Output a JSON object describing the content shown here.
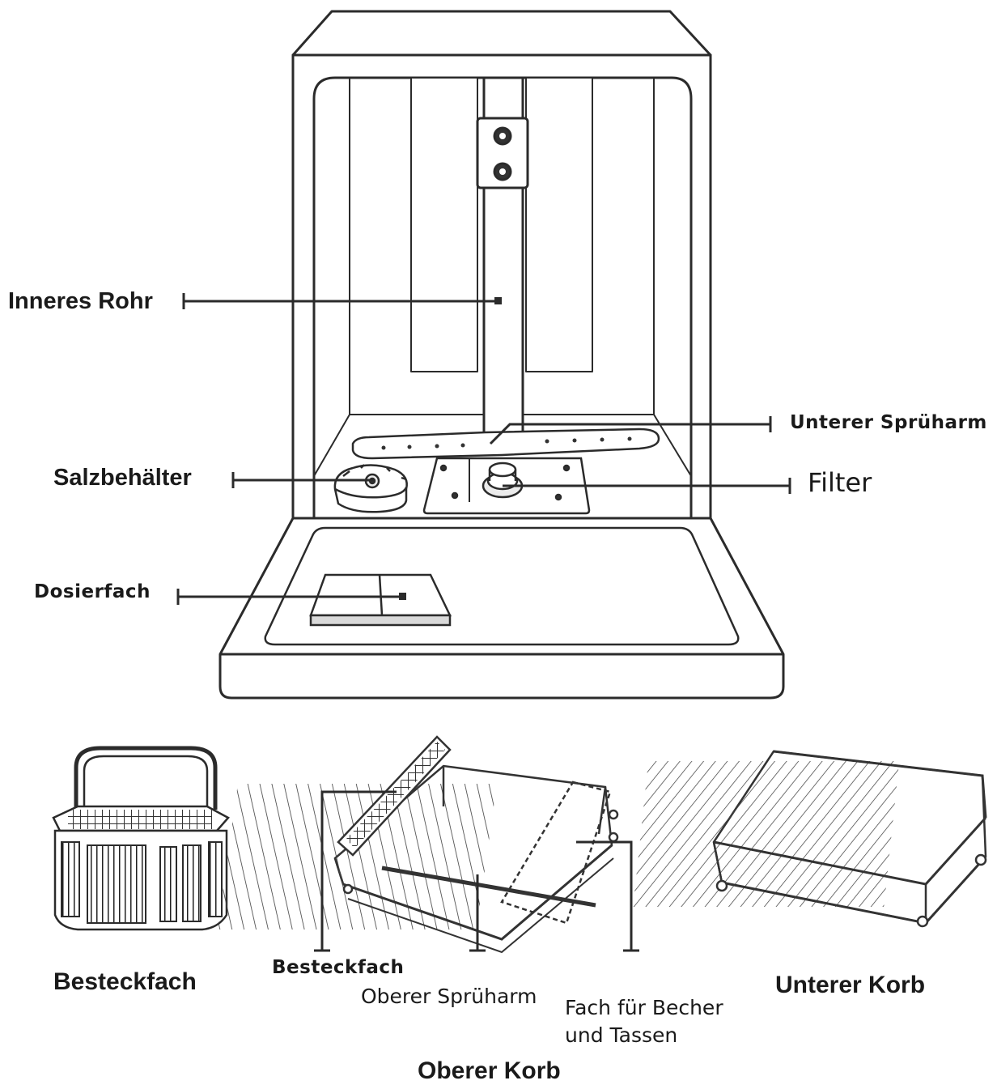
{
  "labels": {
    "inneres_rohr": "Inneres Rohr",
    "unterer_spruharm": "Unterer Sprüharm",
    "salzbehaelter": "Salzbehälter",
    "filter": "Filter",
    "dosierfach": "Dosierfach",
    "besteckfach_rack": "Besteckfach",
    "oberer_spruharm": "Oberer Sprüharm",
    "becher_tassen_line1": "Fach für Becher",
    "becher_tassen_line2": "und Tassen"
  },
  "captions": {
    "besteckfach": "Besteckfach",
    "unterer_korb": "Unterer Korb",
    "oberer_korb": "Oberer Korb"
  },
  "colors": {
    "line": "#2b2b2b",
    "fill": "#ffffff",
    "shade": "#ececec",
    "dark": "#3a3a3a"
  }
}
